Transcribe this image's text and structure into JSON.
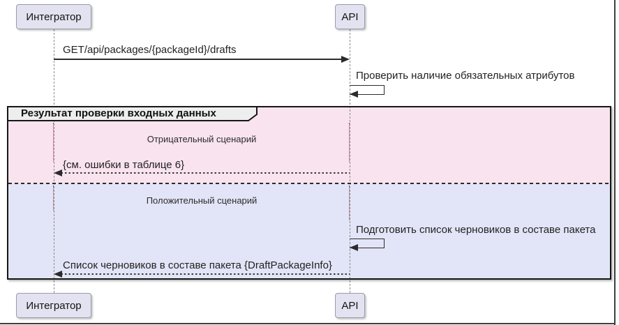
{
  "participants": [
    {
      "label": "Интегратор"
    },
    {
      "label": "API"
    }
  ],
  "messages": {
    "request": "GET/api/packages/{packageId}/drafts",
    "self_check": "Проверить наличие обязательных атрибутов",
    "negative_return": "{см. ошибки в таблице 6}",
    "self_prepare": "Подготовить список черновиков в составе пакета",
    "positive_return": "Список черновиков в составе пакета {DraftPackageInfo}"
  },
  "alt": {
    "title": "Результат проверки входных данных",
    "sections": [
      {
        "label": "Отрицательный сценарий",
        "background": "#f8e3ee"
      },
      {
        "label": "Положительный сценарий",
        "background": "#e2e5f7"
      }
    ]
  },
  "colors": {
    "participant_fill": "#e2e2f0",
    "participant_border": "#9a9aae",
    "frame_border": "#161616",
    "frame_header_fill": "#eeeeee",
    "lifeline": "#8a8a8a",
    "lifeline_in_alt": "#a63a52",
    "arrow": "#2b2b2b",
    "page_border": "#3d3d3d"
  }
}
